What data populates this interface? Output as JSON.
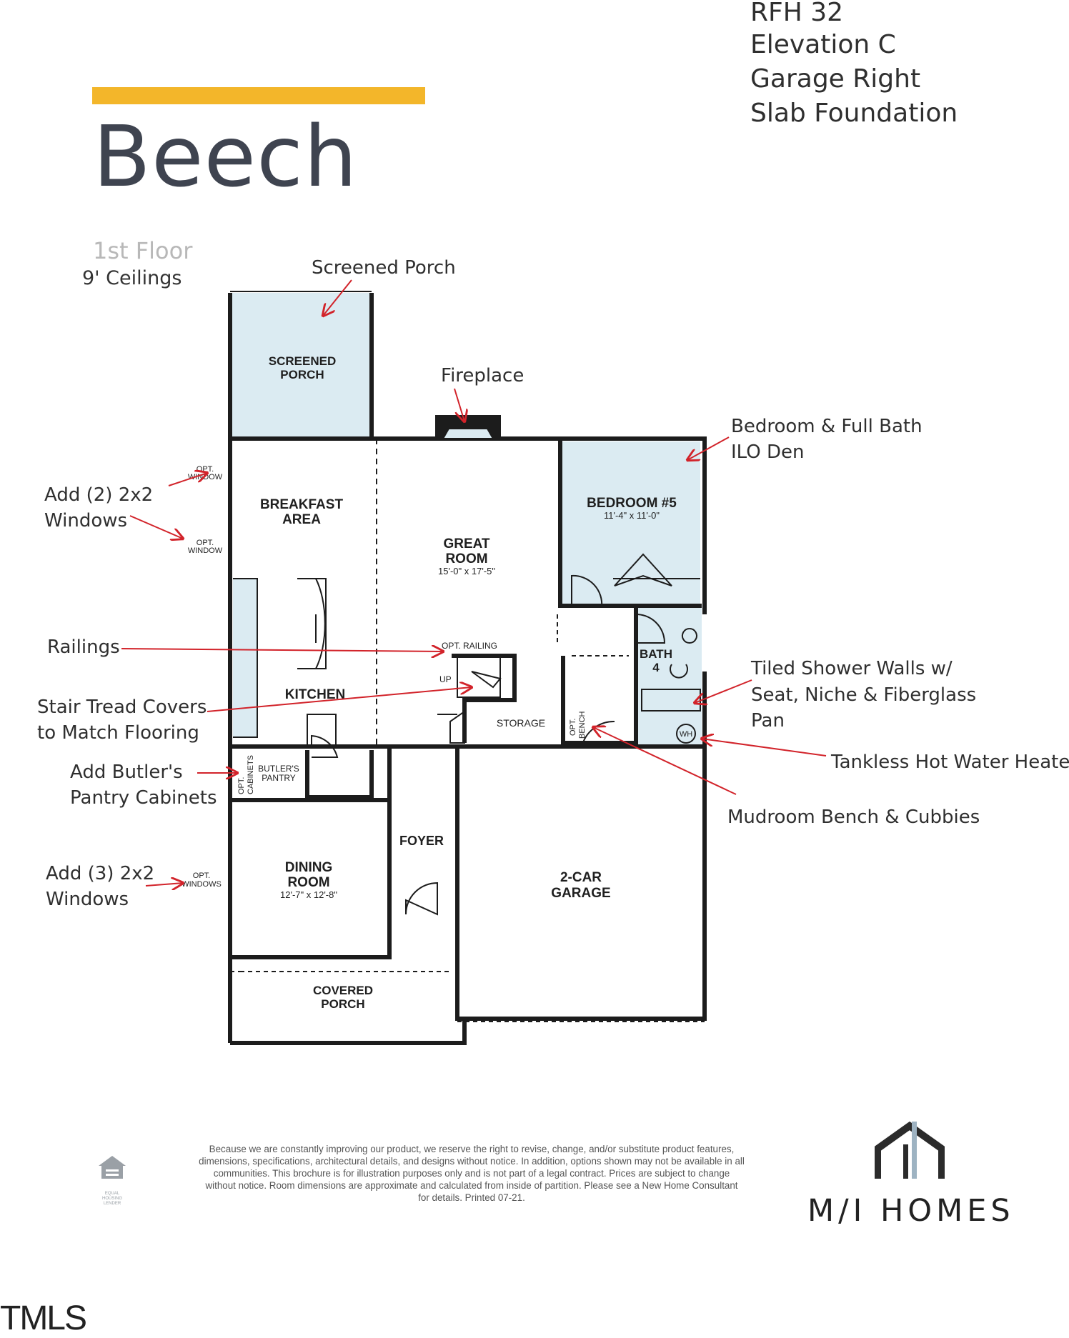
{
  "header": {
    "accent_color": "#f3b62a",
    "plan_name": "Beech",
    "floor": "1st Floor",
    "ceilings": "9' Ceilings",
    "spec_lines": [
      "RFH 32",
      "Elevation C",
      "Garage Right",
      "Slab Foundation"
    ]
  },
  "rooms": {
    "screened_porch": {
      "name": "SCREENED",
      "name2": "PORCH"
    },
    "breakfast_area": {
      "name": "BREAKFAST",
      "name2": "AREA"
    },
    "great_room": {
      "name": "GREAT",
      "name2": "ROOM",
      "dims": "15'-0\" x 17'-5\""
    },
    "bedroom5": {
      "name": "BEDROOM #5",
      "dims": "11'-4\" x 11'-0\""
    },
    "kitchen": {
      "name": "KITCHEN"
    },
    "bath4": {
      "name": "BATH",
      "name2": "4"
    },
    "storage": {
      "name": "STORAGE"
    },
    "butlers_pantry": {
      "name": "BUTLER'S",
      "name2": "PANTRY"
    },
    "opt_cabinets": {
      "name": "OPT.",
      "name2": "CABINETS"
    },
    "opt_bench": {
      "name": "OPT.",
      "name2": "BENCH"
    },
    "dining_room": {
      "name": "DINING",
      "name2": "ROOM",
      "dims": "12'-7\" x 12'-8\""
    },
    "foyer": {
      "name": "FOYER"
    },
    "garage": {
      "name": "2-CAR",
      "name2": "GARAGE"
    },
    "covered_porch": {
      "name": "COVERED",
      "name2": "PORCH"
    },
    "water_heater": {
      "name": "WH"
    },
    "opt_window_1": {
      "name": "OPT.",
      "name2": "WINDOW"
    },
    "opt_window_2": {
      "name": "OPT.",
      "name2": "WINDOW"
    },
    "opt_windows": {
      "name": "OPT.",
      "name2": "WINDOWS"
    },
    "opt_railing": {
      "name": "OPT. RAILING"
    },
    "stair_up": {
      "name": "UP"
    }
  },
  "callouts": {
    "screened_porch": "Screened Porch",
    "fireplace": "Fireplace",
    "bedroom_bath": [
      "Bedroom & Full Bath",
      "ILO Den"
    ],
    "windows_2": [
      "Add (2) 2x2",
      "Windows"
    ],
    "railings": "Railings",
    "stair_tread": [
      "Stair Tread Covers",
      "to Match Flooring"
    ],
    "butler": [
      "Add Butler's",
      "Pantry Cabinets"
    ],
    "windows_3": [
      "Add (3) 2x2",
      "Windows"
    ],
    "shower": [
      "Tiled Shower Walls w/",
      "Seat, Niche & Fiberglass",
      "Pan"
    ],
    "water_heater": "Tankless Hot Water Heater",
    "mudroom": "Mudroom Bench & Cubbies"
  },
  "colors": {
    "highlight_fill": "#dbebf2",
    "wall": "#1c1c1c",
    "arrow": "#d2232a"
  },
  "footer": {
    "disclaimer": "Because we are constantly improving our product, we reserve the right to revise, change, and/or substitute product features, dimensions, specifications, architectural details, and designs without notice. In addition, options shown may not be available in all communities. This brochure is for illustration purposes only and is not part of a legal contract. Prices are subject to change without notice. Room dimensions are approximate and calculated from inside of partition. Please see a New Home Consultant for details. Printed 07-21.",
    "housing_logo_text": "EQUAL HOUSING LENDER",
    "brand": "M/I HOMES",
    "mls": "TMLS"
  }
}
